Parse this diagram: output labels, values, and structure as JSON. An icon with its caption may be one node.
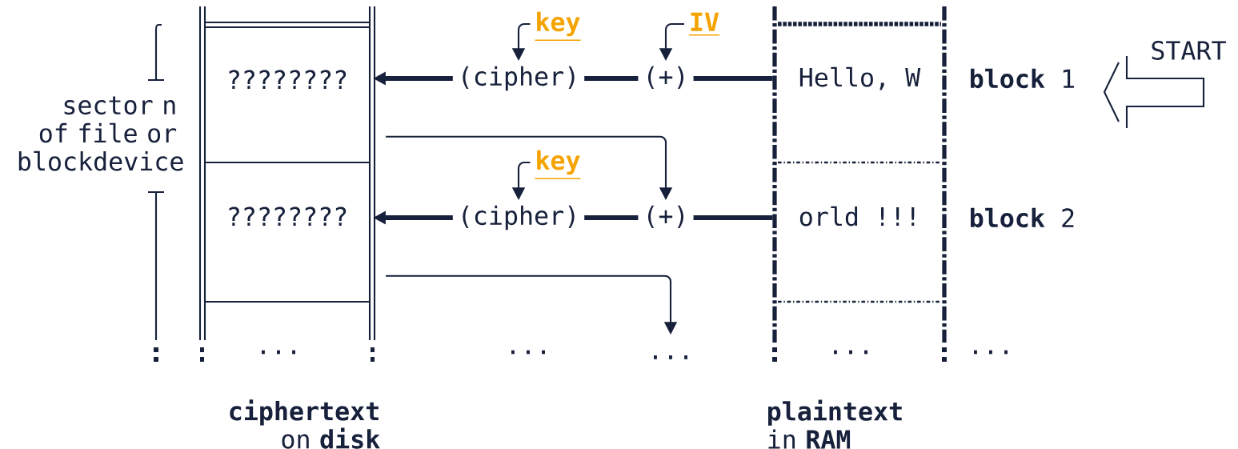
{
  "diagram": {
    "nodes": [
      {
        "text": [
          "key"
        ]
      },
      {
        "text": [
          "IV"
        ]
      },
      {
        "text": [
          "????????"
        ]
      },
      {
        "text": [
          "(cipher)"
        ]
      },
      {
        "text": [
          "(+)"
        ]
      },
      {
        "text": [
          "Hello, W"
        ]
      },
      {
        "text": [
          "key"
        ]
      },
      {
        "text": [
          "????????"
        ]
      },
      {
        "text": [
          "(cipher)"
        ]
      },
      {
        "text": [
          "(+)"
        ]
      },
      {
        "text": [
          "orld !!!"
        ]
      },
      {
        "text": [
          "..."
        ]
      }
    ],
    "edges": [
      {
        "from": 0,
        "to": 3,
        "arrow": "to"
      },
      {
        "from": 1,
        "to": 4,
        "arrow": "to"
      },
      {
        "from": 5,
        "to": 4,
        "arrow": "none"
      },
      {
        "from": 4,
        "to": 3,
        "arrow": "none"
      },
      {
        "from": 3,
        "to": 2,
        "arrow": "to"
      },
      {
        "from": 2,
        "to": 9,
        "arrow": "to"
      },
      {
        "from": 6,
        "to": 8,
        "arrow": "to"
      },
      {
        "from": 10,
        "to": 9,
        "arrow": "none"
      },
      {
        "from": 9,
        "to": 8,
        "arrow": "none"
      },
      {
        "from": 8,
        "to": 7,
        "arrow": "to"
      },
      {
        "from": 7,
        "to": 11,
        "arrow": "to"
      }
    ],
    "labels": [
      "START",
      "**block** 1",
      "sector n of file or blockdevice",
      "**block** 2",
      "...",
      "...",
      "...",
      "...",
      "**ciphertext** on **disk**",
      "**plaintext** in **RAM**"
    ]
  }
}
